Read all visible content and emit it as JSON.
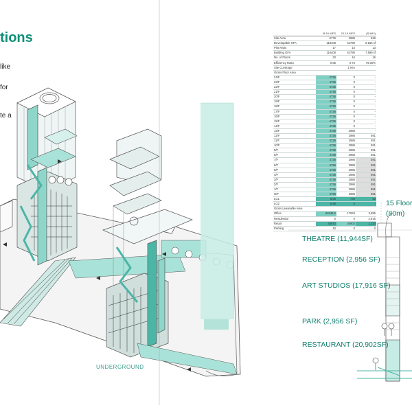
{
  "title": "tions",
  "fragments": [
    "like",
    "for",
    "te a"
  ],
  "underground_label": "UNDERGROUND",
  "section": {
    "floors_line1": "15 Floors",
    "floors_line2": "(80m)",
    "programs": [
      "THEATRE (11,944SF)",
      "RECEPTION (2,956 SF)",
      "ART STUDIOS (17,916 SF)",
      "PARK (2,956 SF)",
      "RESTAURANT (20,902SF)"
    ]
  },
  "table": {
    "col_headers": [
      "",
      "B-16 WFS",
      "21-19 WFS",
      "(SUM?)"
    ],
    "rows": [
      [
        "Site Area",
        "6776",
        "2686",
        "626"
      ],
      [
        "Developable GFA",
        "118408",
        "44790",
        "8,156 sf"
      ],
      [
        "Plot Ratio",
        "17",
        "15",
        "13"
      ],
      [
        "Building GFA",
        "118408",
        "44790",
        "7,599 sf"
      ],
      [
        "No. of Floors",
        "20",
        "16",
        "16"
      ],
      [
        "Efficiency Ratio",
        "0.85",
        "0.75",
        "76.00%"
      ],
      [
        "Site Coverage",
        "",
        "1 N/A",
        ""
      ],
      [
        "Gross Floor Area",
        "",
        "",
        ""
      ],
      [
        "24/F",
        "4736",
        "0",
        "-"
      ],
      [
        "23/F",
        "4736",
        "0",
        "-"
      ],
      [
        "22/F",
        "4736",
        "0",
        "-"
      ],
      [
        "21/F",
        "4736",
        "0",
        "-"
      ],
      [
        "20/F",
        "4736",
        "0",
        "-"
      ],
      [
        "19/F",
        "4736",
        "0",
        "-"
      ],
      [
        "18/F",
        "4736",
        "0",
        "-"
      ],
      [
        "17/F",
        "4736",
        "0",
        "-"
      ],
      [
        "16/F",
        "4736",
        "0",
        "-"
      ],
      [
        "15/F",
        "4736",
        "0",
        "-"
      ],
      [
        "14/F",
        "4736",
        "0",
        "-"
      ],
      [
        "13/F",
        "4736",
        "2986",
        "-"
      ],
      [
        "12/F",
        "4736",
        "2986",
        "591"
      ],
      [
        "11/F",
        "4736",
        "2986",
        "591"
      ],
      [
        "10/F",
        "4736",
        "2986",
        "591"
      ],
      [
        "9/F",
        "4736",
        "2986",
        "591"
      ],
      [
        "8/F",
        "4736",
        "2986",
        "591"
      ],
      [
        "7/F",
        "4736",
        "2986",
        "591"
      ],
      [
        "6/F",
        "4736",
        "2986",
        "591"
      ],
      [
        "5/F",
        "4736",
        "2986",
        "591"
      ],
      [
        "4/F",
        "4736",
        "2986",
        "591"
      ],
      [
        "3/F",
        "4736",
        "2986",
        "591"
      ],
      [
        "2/F",
        "4736",
        "2986",
        "591"
      ],
      [
        "1/F",
        "4736",
        "2986",
        "591"
      ],
      [
        "G/F",
        "4736",
        "2986",
        "591"
      ],
      [
        "LG1",
        "5,96",
        "746",
        "52"
      ],
      [
        "LG2",
        "5,96",
        "0",
        "-"
      ]
    ],
    "leasable_title": "Gross Leaseable Area",
    "leasable_rows": [
      [
        "Office",
        "92948.6",
        "17934",
        "3,995"
      ],
      [
        "Residential",
        "0",
        "0",
        "2,915"
      ],
      [
        "Retail",
        "34872",
        "20902",
        "1,220"
      ],
      [
        "Parking",
        "10",
        "0",
        "0"
      ]
    ]
  },
  "colors": {
    "accent": "#0e8f79",
    "teal_light": "#7fd0c4",
    "teal_glass": "#a9e2d8",
    "line": "#555555"
  }
}
